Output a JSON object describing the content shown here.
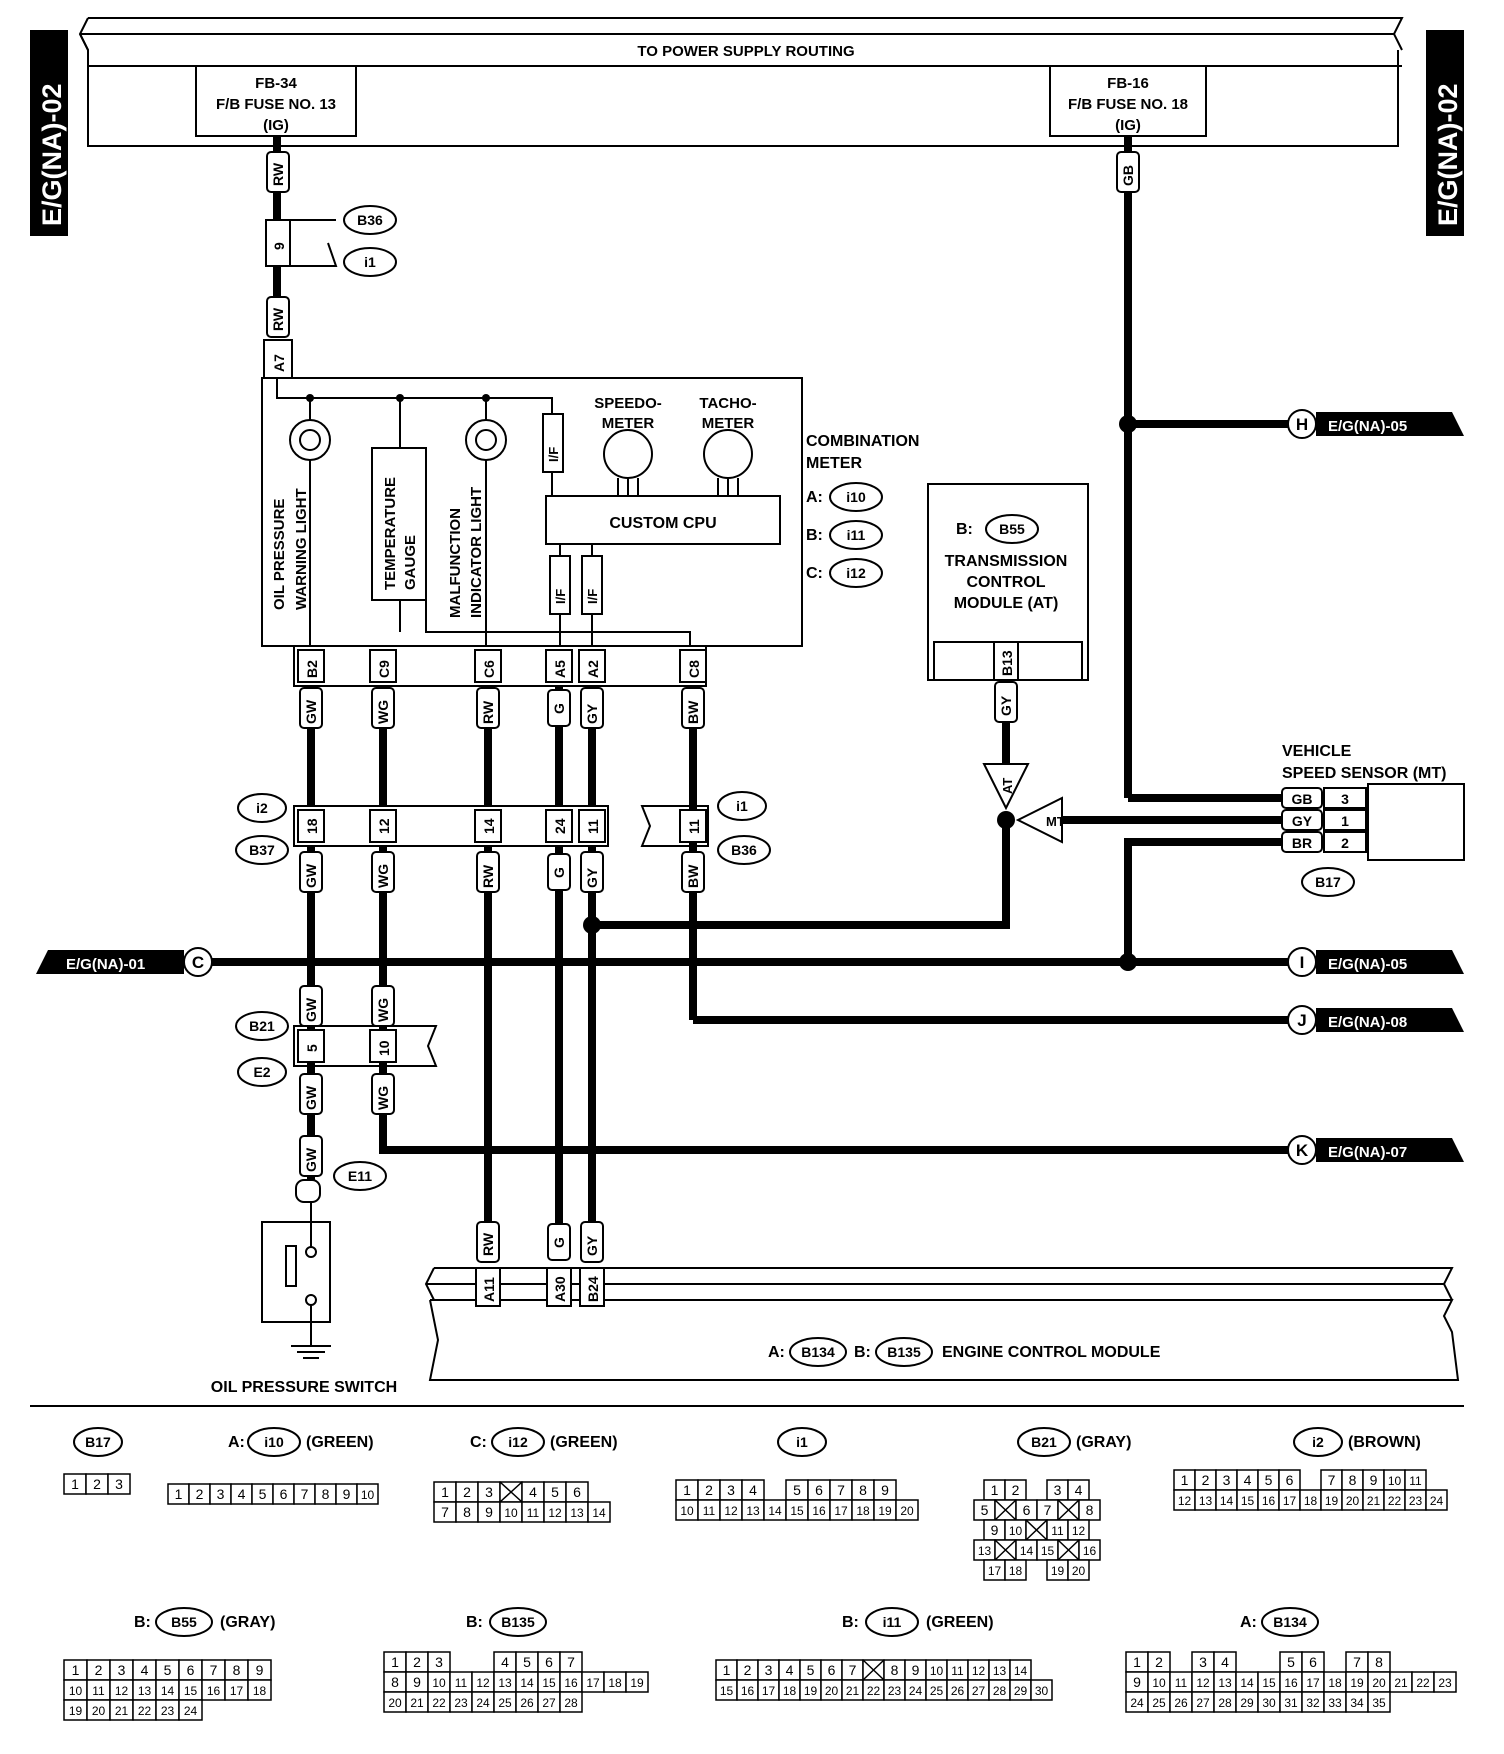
{
  "side_tab_left": "E/G(NA)-02",
  "side_tab_right": "E/G(NA)-02",
  "top_bar": {
    "title": "TO POWER SUPPLY ROUTING",
    "fuse1": [
      "FB-34",
      "F/B FUSE NO. 13",
      "(IG)"
    ],
    "fuse2": [
      "FB-16",
      "F/B FUSE NO. 18",
      "(IG)"
    ]
  },
  "wires": {
    "rw": "RW",
    "gb": "GB",
    "gw": "GW",
    "wg": "WG",
    "g": "G",
    "gy": "GY",
    "bw": "BW",
    "br": "BR"
  },
  "connectors": {
    "b36": "B36",
    "i1": "i1",
    "b37": "B37",
    "i2": "i2",
    "b21": "B21",
    "e2": "E2",
    "e11": "E11",
    "b17": "B17",
    "b55": "B55",
    "i10": "i10",
    "i11": "i11",
    "i12": "i12",
    "b134": "B134",
    "b135": "B135"
  },
  "pins": {
    "p9": "9",
    "a7": "A7",
    "b2": "B2",
    "c9": "C9",
    "c6": "C6",
    "a5": "A5",
    "a2": "A2",
    "c8": "C8",
    "p18": "18",
    "p12": "12",
    "p14": "14",
    "p24": "24",
    "p11": "11",
    "p5": "5",
    "p10": "10",
    "b13": "B13",
    "a11": "A11",
    "a30": "A30",
    "b24": "B24",
    "vss3": "3",
    "vss1": "1",
    "vss2": "2"
  },
  "meter": {
    "speedo": [
      "SPEEDO-",
      "METER"
    ],
    "tacho": [
      "TACHO-",
      "METER"
    ],
    "title": [
      "COMBINATION",
      "METER"
    ],
    "a_prefix": "A:",
    "b_prefix": "B:",
    "c_prefix": "C:",
    "cpu": "CUSTOM CPU",
    "if_label": "I/F",
    "oil_light": [
      "OIL PRESSURE",
      "WARNING LIGHT"
    ],
    "temp_gauge": [
      "TEMPERATURE",
      "GAUGE"
    ],
    "mil": [
      "MALFUNCTION",
      "INDICATOR LIGHT"
    ]
  },
  "tcm": {
    "prefix": "B:",
    "lines": [
      "TRANSMISSION",
      "CONTROL",
      "MODULE (AT)"
    ]
  },
  "vss": {
    "title": [
      "VEHICLE",
      "SPEED SENSOR (MT)"
    ]
  },
  "junction": {
    "at": "AT",
    "mt": "MT"
  },
  "refs": {
    "h_letter": "H",
    "h_label": "E/G(NA)-05",
    "c_letter": "C",
    "c_label": "E/G(NA)-01",
    "i_letter": "I",
    "i_label": "E/G(NA)-05",
    "j_letter": "J",
    "j_label": "E/G(NA)-08",
    "k_letter": "K",
    "k_label": "E/G(NA)-07"
  },
  "oil_switch": "OIL PRESSURE SWITCH",
  "ecm": {
    "a_prefix": "A:",
    "b_prefix": "B:",
    "title": "ENGINE CONTROL MODULE"
  },
  "legend": {
    "b17": {
      "prefix": "",
      "suffix": "",
      "rows": [
        [
          "1",
          "2",
          "3"
        ]
      ]
    },
    "i10": {
      "prefix": "A:",
      "suffix": "(GREEN)",
      "rows": [
        [
          "1",
          "2",
          "3",
          "4",
          "5",
          "6",
          "7",
          "8",
          "9",
          "10"
        ]
      ]
    },
    "i12": {
      "prefix": "C:",
      "suffix": "(GREEN)",
      "rows": [
        [
          "1",
          "2",
          "3",
          "X",
          "4",
          "5",
          "6"
        ],
        [
          "7",
          "8",
          "9",
          "10",
          "11",
          "12",
          "13",
          "14"
        ]
      ]
    },
    "i1": {
      "prefix": "",
      "suffix": "",
      "rows": [
        [
          "1",
          "2",
          "3",
          "4",
          "",
          "5",
          "6",
          "7",
          "8",
          "9"
        ],
        [
          "10",
          "11",
          "12",
          "13",
          "14",
          "15",
          "16",
          "17",
          "18",
          "19",
          "20"
        ]
      ]
    },
    "b21": {
      "prefix": "",
      "suffix": "(GRAY)",
      "rows": [
        [
          "1",
          "2",
          "",
          "3",
          "4"
        ],
        [
          "5",
          "X",
          "6",
          "7",
          "X",
          "8"
        ],
        [
          "9",
          "10",
          "X",
          "11",
          "12"
        ],
        [
          "13",
          "X",
          "14",
          "15",
          "X",
          "16"
        ],
        [
          "17",
          "18",
          "",
          "19",
          "20"
        ]
      ]
    },
    "i2": {
      "prefix": "",
      "suffix": "(BROWN)",
      "rows": [
        [
          "1",
          "2",
          "3",
          "4",
          "5",
          "6",
          "",
          "7",
          "8",
          "9",
          "10",
          "11"
        ],
        [
          "12",
          "13",
          "14",
          "15",
          "16",
          "17",
          "18",
          "19",
          "20",
          "21",
          "22",
          "23",
          "24"
        ]
      ]
    },
    "b55": {
      "prefix": "B:",
      "suffix": "(GRAY)",
      "rows": [
        [
          "1",
          "2",
          "3",
          "4",
          "5",
          "6",
          "7",
          "8",
          "9"
        ],
        [
          "10",
          "11",
          "12",
          "13",
          "14",
          "15",
          "16",
          "17",
          "18"
        ],
        [
          "19",
          "20",
          "21",
          "22",
          "23",
          "24"
        ]
      ]
    },
    "b135": {
      "prefix": "B:",
      "suffix": "",
      "rows": [
        [
          "1",
          "2",
          "3",
          "",
          "",
          "4",
          "5",
          "6",
          "7"
        ],
        [
          "8",
          "9",
          "10",
          "11",
          "12",
          "13",
          "14",
          "15",
          "16",
          "17",
          "18",
          "19"
        ],
        [
          "20",
          "21",
          "22",
          "23",
          "24",
          "25",
          "26",
          "27",
          "28"
        ]
      ]
    },
    "i11": {
      "prefix": "B:",
      "suffix": "(GREEN)",
      "rows": [
        [
          "1",
          "2",
          "3",
          "4",
          "5",
          "6",
          "7",
          "X",
          "8",
          "9",
          "10",
          "11",
          "12",
          "13",
          "14"
        ],
        [
          "15",
          "16",
          "17",
          "18",
          "19",
          "20",
          "21",
          "22",
          "23",
          "24",
          "25",
          "26",
          "27",
          "28",
          "29",
          "30"
        ]
      ]
    },
    "b134": {
      "prefix": "A:",
      "suffix": "",
      "rows": [
        [
          "1",
          "2",
          "",
          "3",
          "4",
          "",
          "",
          "5",
          "6",
          "",
          "7",
          "8"
        ],
        [
          "9",
          "10",
          "11",
          "12",
          "13",
          "14",
          "15",
          "16",
          "17",
          "18",
          "19",
          "20",
          "21",
          "22",
          "23"
        ],
        [
          "24",
          "25",
          "26",
          "27",
          "28",
          "29",
          "30",
          "31",
          "32",
          "33",
          "34",
          "35"
        ]
      ]
    }
  }
}
